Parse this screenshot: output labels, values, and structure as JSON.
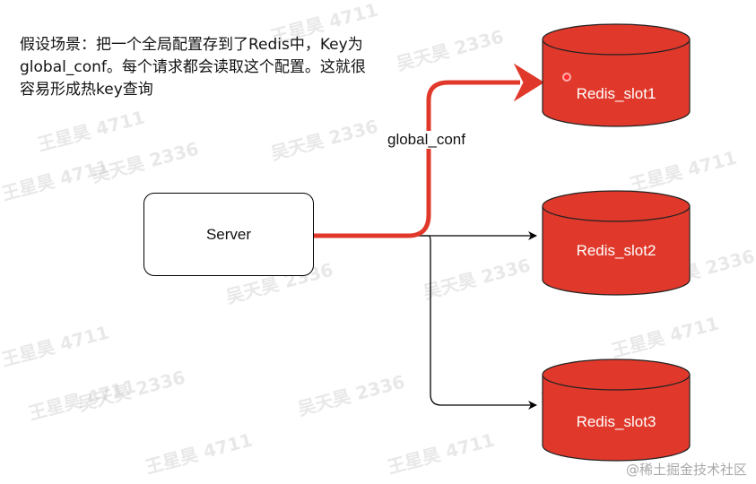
{
  "description": {
    "line1": "假设场景：把一个全局配置存到了Redis中，Key为",
    "line2": "global_conf。每个请求都会读取这个配置。这就很",
    "line3": "容易形成热key查询"
  },
  "server": {
    "label": "Server"
  },
  "hot_edge_label": "global_conf",
  "slots": [
    {
      "label": "Redis_slot1"
    },
    {
      "label": "Redis_slot2"
    },
    {
      "label": "Redis_slot3"
    }
  ],
  "colors": {
    "slot_fill": "#e0392b",
    "hot_path": "#e0392b",
    "normal_path": "#000000"
  },
  "watermarks": [
    "王星昊 4711",
    "吴天昊 2336"
  ],
  "footer": "@稀土掘金技术社区"
}
